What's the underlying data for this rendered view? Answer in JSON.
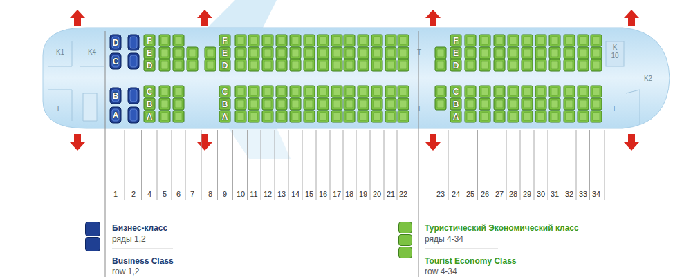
{
  "diagram": {
    "nodes": [
      {
        "text": [
          "D"
        ]
      },
      {
        "text": [
          "C"
        ]
      },
      {
        "text": [
          "B"
        ]
      },
      {
        "text": [
          "A"
        ]
      },
      {
        "text": [
          "F"
        ]
      },
      {
        "text": [
          "E"
        ]
      },
      {
        "text": [
          "D"
        ]
      },
      {
        "text": [
          "C"
        ]
      },
      {
        "text": [
          "B"
        ]
      },
      {
        "text": [
          "A"
        ]
      },
      {
        "text": [
          "F"
        ]
      },
      {
        "text": [
          "E"
        ]
      },
      {
        "text": [
          "D"
        ]
      },
      {
        "text": [
          "C"
        ]
      },
      {
        "text": [
          "B"
        ]
      },
      {
        "text": [
          "A"
        ]
      },
      {
        "text": [
          "F"
        ]
      },
      {
        "text": [
          "E"
        ]
      },
      {
        "text": [
          "D"
        ]
      },
      {
        "text": [
          "C"
        ]
      },
      {
        "text": [
          "B"
        ]
      },
      {
        "text": [
          "A"
        ]
      }
    ],
    "labels": [
      "K1",
      "K4",
      "T",
      "T",
      "T",
      "K 10",
      "K2",
      "T",
      "1",
      "2",
      "4",
      "5",
      "6",
      "7",
      "8",
      "9",
      "10",
      "11",
      "12",
      "13",
      "14",
      "15",
      "16",
      "17",
      "18",
      "19",
      "20",
      "21",
      "22",
      "23",
      "24",
      "25",
      "26",
      "27",
      "28",
      "29",
      "30",
      "31",
      "32",
      "33",
      "34",
      "ряды 1,2",
      "Business Class",
      "row 1,2",
      "ряды 4-34",
      "Tourist Economy Class",
      "row 4-34"
    ],
    "legend": [
      {
        "text": "Бизнес-класс",
        "color": "#1f3f92"
      },
      {
        "text": "Туристический Экономический класс",
        "color": "#7cc242"
      }
    ]
  }
}
